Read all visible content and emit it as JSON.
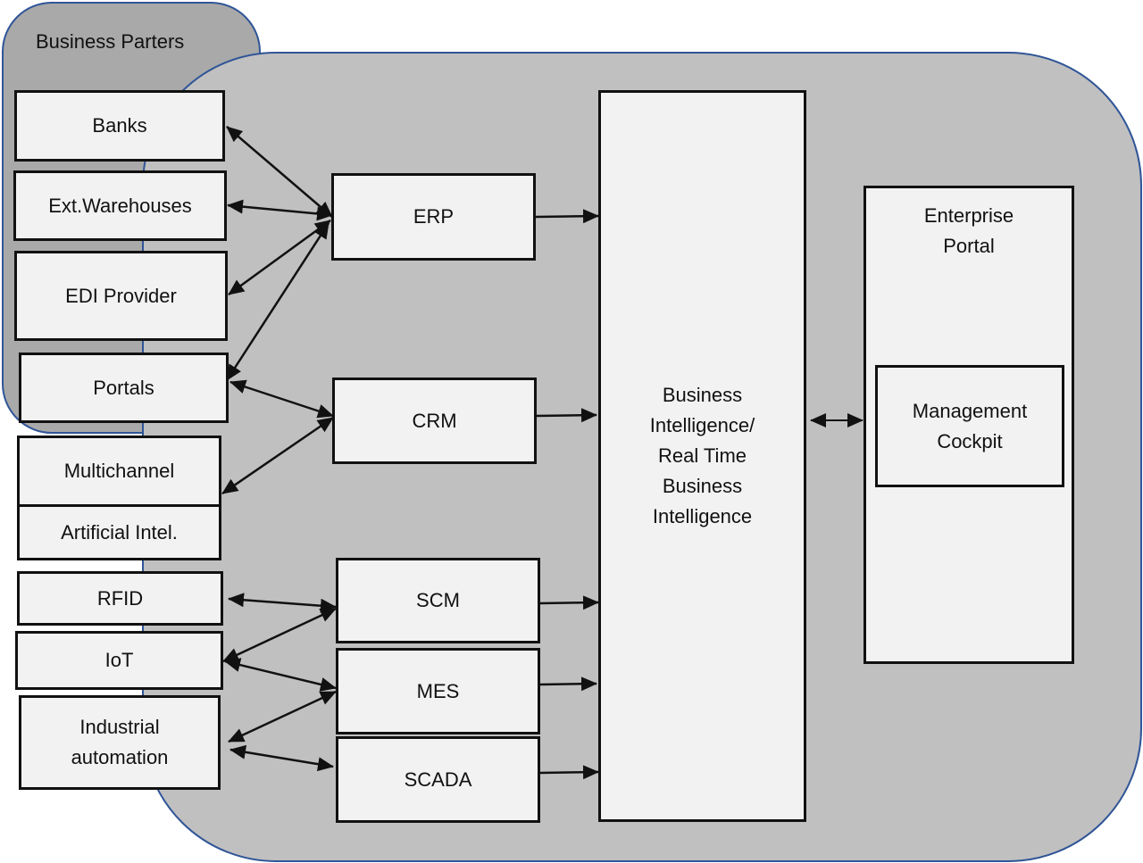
{
  "business_partners": {
    "title": "Business Parters",
    "items": [
      "Banks",
      "Ext.Warehouses",
      "EDI Provider",
      "Portals"
    ]
  },
  "channels": {
    "multichannel": "Multichannel",
    "artificial_intel": "Artificial Intel."
  },
  "shopfloor": {
    "rfid": "RFID",
    "iot": "IoT",
    "industrial_automation": "Industrial automation"
  },
  "systems": {
    "erp": "ERP",
    "crm": "CRM",
    "scm": "SCM",
    "mes": "MES",
    "scada": "SCADA"
  },
  "bi": {
    "label": "Business Intelligence/ Real Time Business Intelligence"
  },
  "enterprise_portal": {
    "title": "Enterprise Portal",
    "management_cockpit": "Management Cockpit"
  },
  "colors": {
    "container_border": "#2f5597",
    "main_fill": "#c0c0c0",
    "partners_fill": "#a9a9a9",
    "box_fill": "#f2f2f2",
    "line": "#111111"
  }
}
